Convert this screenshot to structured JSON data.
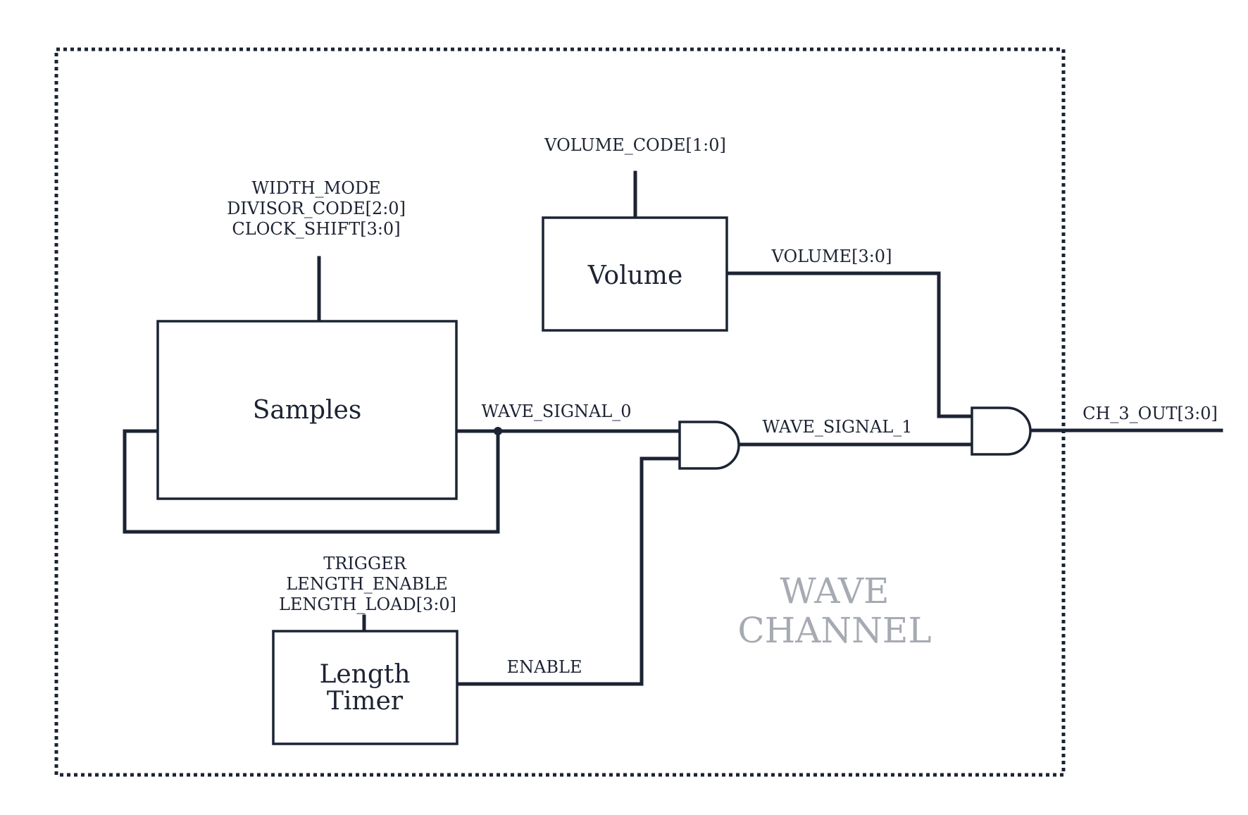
{
  "blocks": {
    "samples": "Samples",
    "volume": "Volume",
    "length_timer": [
      "Length",
      "Timer"
    ]
  },
  "signals": {
    "width_mode_group": [
      "WIDTH_MODE",
      "DIVISOR_CODE[2:0]",
      "CLOCK_SHIFT[3:0]"
    ],
    "volume_code": "VOLUME_CODE[1:0]",
    "volume": "VOLUME[3:0]",
    "wave_signal_0": "WAVE_SIGNAL_0",
    "wave_signal_1": "WAVE_SIGNAL_1",
    "ch_3_out": "CH_3_OUT[3:0]",
    "length_group": [
      "TRIGGER",
      "LENGTH_ENABLE",
      "LENGTH_LOAD[3:0]"
    ],
    "enable": "ENABLE"
  },
  "watermark": [
    "WAVE",
    "CHANNEL"
  ]
}
